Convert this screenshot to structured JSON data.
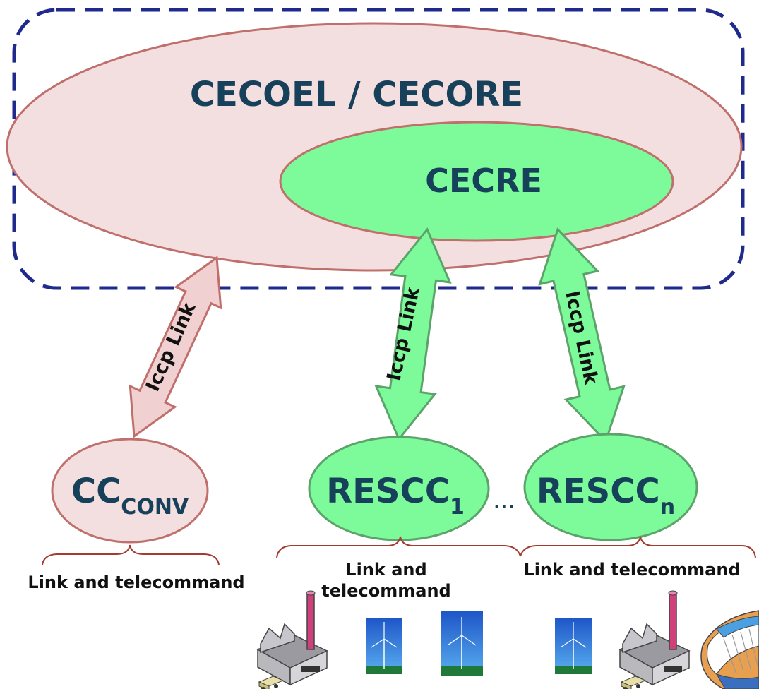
{
  "regions": {
    "outer": {
      "label": "CECOEL / CECORE"
    },
    "inner": {
      "label": "CECRE"
    }
  },
  "nodes": {
    "cc_conv": {
      "main": "CC",
      "sub": "CONV"
    },
    "rescc1": {
      "main": "RESCC",
      "sub": "1"
    },
    "resccn": {
      "main": "RESCC",
      "sub": "n"
    },
    "ellipsis": "…"
  },
  "links": {
    "conv": "Iccp Link",
    "rescc1": "Iccp Link",
    "resccn": "Iccp Link"
  },
  "groups": {
    "conv": {
      "line1": "Link and telecommand"
    },
    "rescc1": {
      "line1": "Link and",
      "line2": "telecommand"
    },
    "resccn": {
      "line1": "Link and telecommand"
    }
  },
  "assets": [
    {
      "type": "factory-icon"
    },
    {
      "type": "wind-turbine-icon"
    },
    {
      "type": "wind-turbine-icon"
    },
    {
      "type": "wind-turbine-icon"
    },
    {
      "type": "factory-icon"
    },
    {
      "type": "hydro-dam-icon"
    }
  ],
  "colors": {
    "pink_fill": "#f3dfdf",
    "pink_stroke": "#c0706c",
    "green_fill": "#7dfb9a",
    "green_stroke": "#5ba36a",
    "dash_border": "#1f2a8c",
    "label_text": "#17405a",
    "bracket": "#a23b32"
  }
}
